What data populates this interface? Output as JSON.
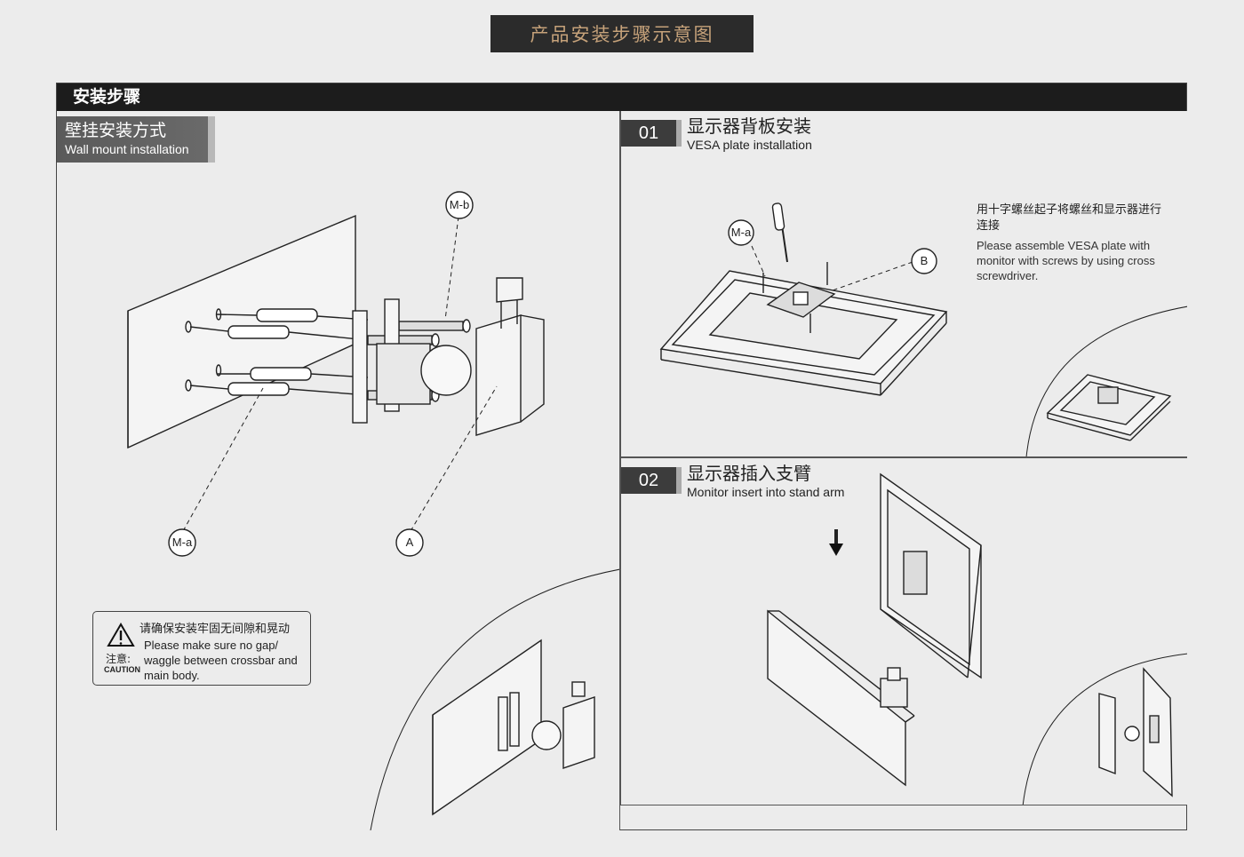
{
  "banner": {
    "title": "产品安装步骤示意图"
  },
  "section": {
    "title": "安装步骤"
  },
  "wall_mount": {
    "title_zh": "壁挂安装方式",
    "title_en": "Wall mount installation",
    "callouts": {
      "mb": "M-b",
      "ma": "M-a",
      "a": "A"
    },
    "caution": {
      "text_zh": "请确保安装牢固无间隙和晃动",
      "text_en": "Please make sure no gap/ waggle between crossbar and main body.",
      "label_zh": "注意:",
      "label_en": "CAUTION"
    }
  },
  "step1": {
    "number": "01",
    "title_zh": "显示器背板安装",
    "title_en": "VESA plate installation",
    "note_zh": "用十字螺丝起子将螺丝和显示器进行连接",
    "note_en": "Please assemble VESA plate with monitor with screws by using cross screwdriver.",
    "callouts": {
      "ma": "M-a",
      "b": "B"
    }
  },
  "step2": {
    "number": "02",
    "title_zh": "显示器插入支臂",
    "title_en": "Monitor insert into stand arm"
  }
}
